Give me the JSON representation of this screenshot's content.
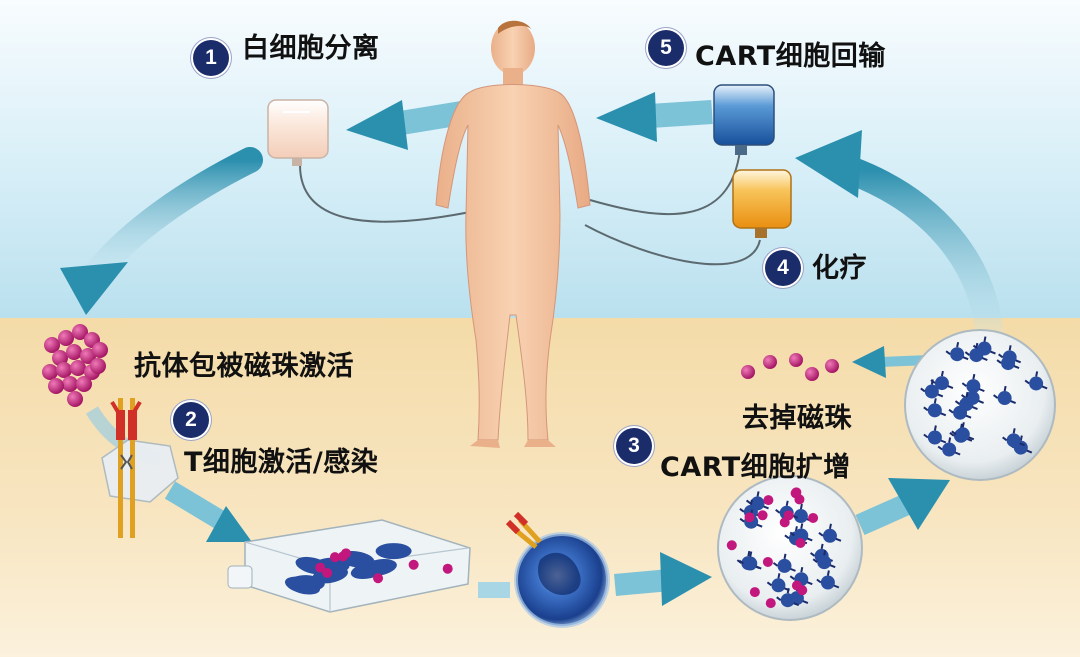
{
  "steps": [
    {
      "number": "1",
      "label": "白细胞分离"
    },
    {
      "number": "2",
      "label": "T细胞激活/感染"
    },
    {
      "number": "3",
      "label": "CART细胞扩增"
    },
    {
      "number": "4",
      "label": "化疗"
    },
    {
      "number": "5",
      "label": "CART细胞回输"
    }
  ],
  "annotations": {
    "antibody_beads": "抗体包被磁珠激活",
    "remove_beads": "去掉磁珠"
  },
  "colors": {
    "sky_top": "#f6fbfe",
    "sky_bottom": "#bfe3f1",
    "ground": "#f6e2b4",
    "arrow": "#2e8fad",
    "badge": "#1b2c6b",
    "bead": "#c2177c",
    "cell": "#2a4fa0",
    "skin": "#f5c6a0",
    "blue_bag": "#1f62b5",
    "orange_bag": "#f3a322"
  }
}
